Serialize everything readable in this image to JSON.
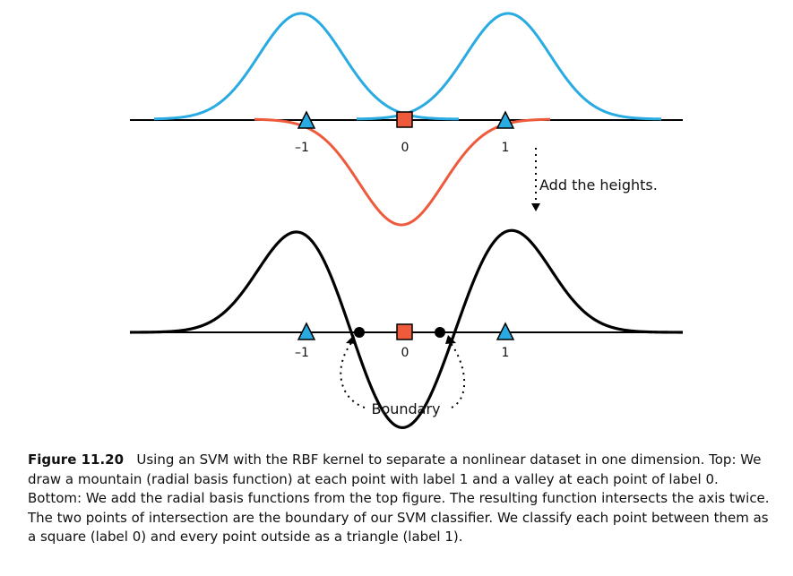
{
  "top_panel": {
    "ticks": [
      "–1",
      "0",
      "1"
    ],
    "colors": {
      "mountain": "#29abe2",
      "valley": "#ee5a3c",
      "triangle": "#29abe2",
      "square": "#ee5a3c"
    }
  },
  "arrow_label": "Add the heights.",
  "bottom_panel": {
    "ticks": [
      "–1",
      "0",
      "1"
    ],
    "boundary_label": "Boundary",
    "colors": {
      "curve": "#000000"
    }
  },
  "caption": {
    "figure_number": "Figure 11.20",
    "text": "Using an SVM with the RBF kernel to separate a nonlinear dataset in one dimension. Top: We draw a mountain (radial basis function) at each point with label 1 and a valley at each point of label 0. Bottom: We add the radial basis functions from the top figure. The resulting function intersects the axis twice. The two points of intersection are the boundary of our SVM classifier. We classify each point between them as a square (label 0) and every point outside as a triangle (label 1)."
  }
}
